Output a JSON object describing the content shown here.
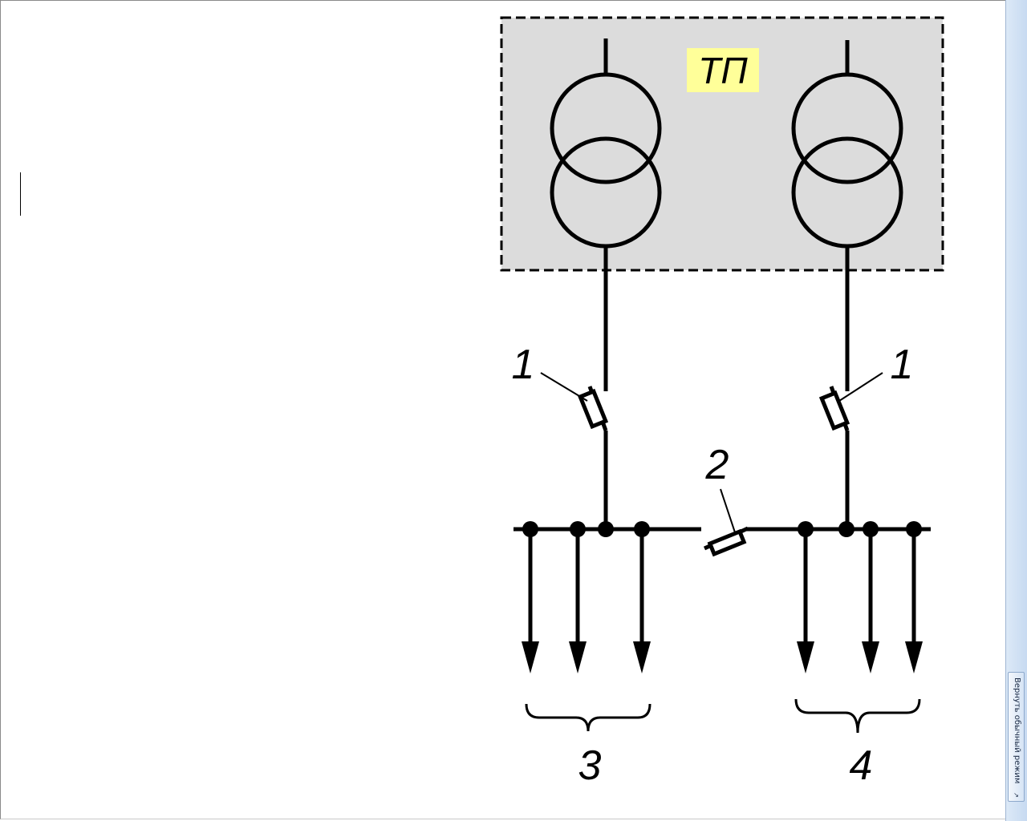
{
  "diagram": {
    "substation_label": "ТП",
    "breaker_label_left": "1",
    "breaker_label_right": "1",
    "sectional_breaker_label": "2",
    "group_label_left": "3",
    "group_label_right": "4"
  },
  "side_panel": {
    "return_button_label": "Вернуть обычный режим",
    "return_button_icon": "arrow-icon"
  },
  "colors": {
    "substation_fill": "#dcdcdc",
    "label_highlight": "#ffff99",
    "panel_blue": "#c7daf1"
  }
}
